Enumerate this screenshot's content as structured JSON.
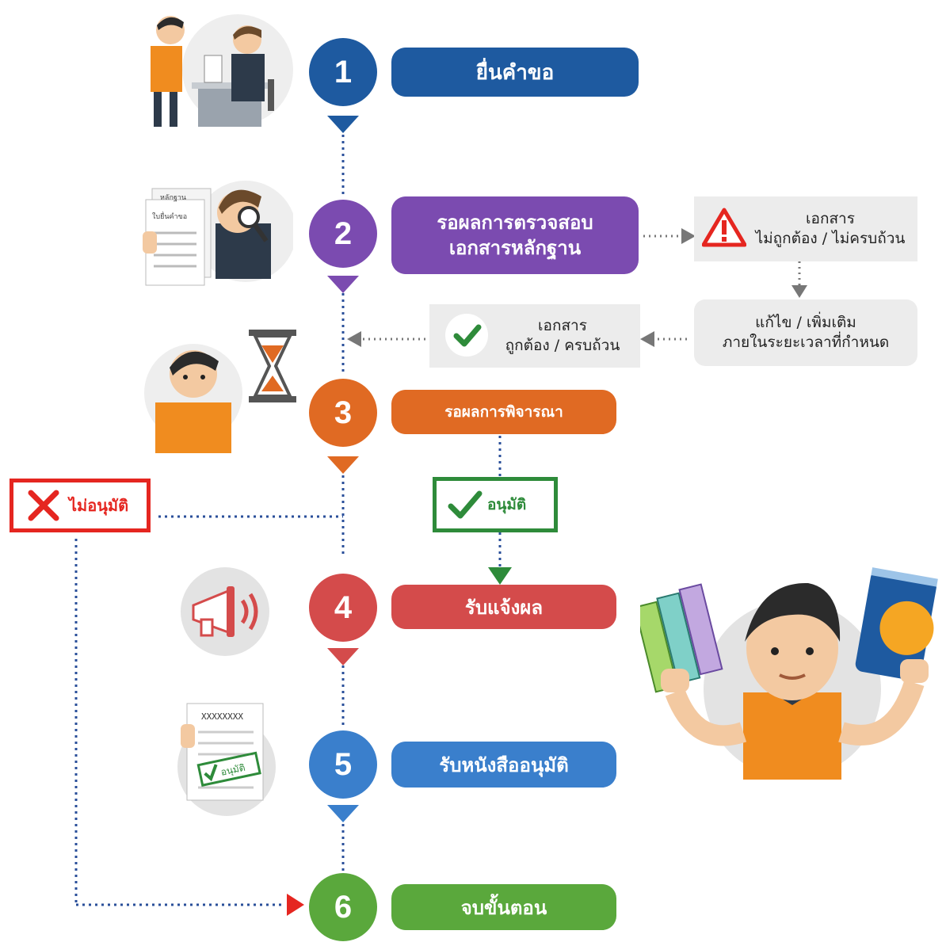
{
  "colors": {
    "step1": "#1e5aa0",
    "step2": "#7b4bb0",
    "step3": "#e06a23",
    "step4": "#d44b4b",
    "step5": "#3a7fcc",
    "step6": "#5aa83c",
    "reject": "#e52620",
    "approve": "#2e8b3a",
    "connector": "#2a4f9a",
    "grey_box": "#ececec"
  },
  "steps": [
    {
      "number": "1",
      "label": "ยื่นคำขอ"
    },
    {
      "number": "2",
      "label_line1": "รอผลการตรวจสอบ",
      "label_line2": "เอกสารหลักฐาน"
    },
    {
      "number": "3",
      "label": "รอผลการพิจารณา"
    },
    {
      "number": "4",
      "label": "รับแจ้งผล"
    },
    {
      "number": "5",
      "label": "รับหนังสืออนุมัติ"
    },
    {
      "number": "6",
      "label": "จบขั้นตอน"
    }
  ],
  "document_check": {
    "invalid_line1": "เอกสาร",
    "invalid_line2": "ไม่ถูกต้อง / ไม่ครบถ้วน",
    "fix_line1": "แก้ไข / เพิ่มเติม",
    "fix_line2": "ภายในระยะเวลาที่กำหนด",
    "valid_line1": "เอกสาร",
    "valid_line2": "ถูกต้อง / ครบถ้วน"
  },
  "decision": {
    "reject_label": "ไม่อนุมัติ",
    "approve_label": "อนุมัติ"
  },
  "illustrations": {
    "doc_title": "หลักฐาน",
    "doc_subtitle": "ใบยื่นคำขอ",
    "approved_stamp": "อนุมัติ",
    "letter_header": "XXXXXXXX"
  },
  "icons": [
    "warning-icon",
    "check-icon",
    "cross-icon",
    "megaphone-icon",
    "hourglass-icon",
    "magnifier-icon"
  ]
}
